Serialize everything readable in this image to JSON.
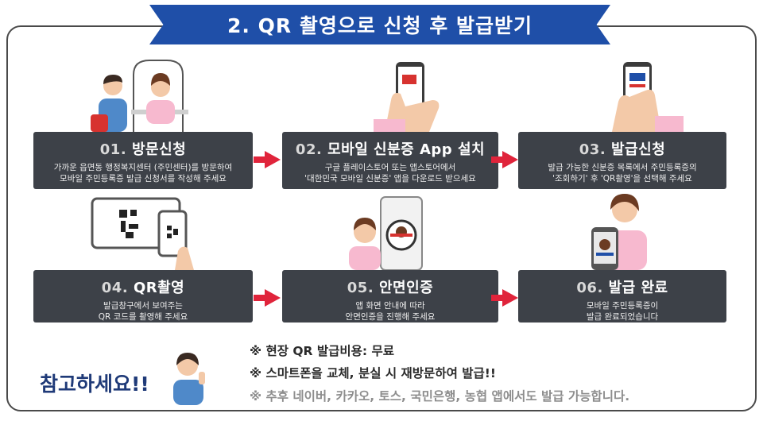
{
  "banner_title": "2. QR 촬영으로 신청 후 발급받기",
  "steps": [
    {
      "num": "01.",
      "title": "방문신청",
      "desc1": "가까운 읍면동 행정복지센터 (주민센터)를 방문하여",
      "desc2": "모바일 주민등록증 발급 신청서를 작성해 주세요"
    },
    {
      "num": "02.",
      "title": "모바일 신분증 App 설치",
      "desc1": "구글 플레이스토어 또는 앱스토어에서",
      "desc2": "'대한민국 모바일 신분증' 앱을 다운로드 받으세요"
    },
    {
      "num": "03.",
      "title": "발급신청",
      "desc1": "발급 가능한 신분증 목록에서 주민등록증의",
      "desc2": "'조회하기' 후 'QR촬영'을 선택해 주세요"
    },
    {
      "num": "04.",
      "title": "QR촬영",
      "desc1": "발급창구에서 보여주는",
      "desc2": "QR 코드를 촬영해 주세요"
    },
    {
      "num": "05.",
      "title": "안면인증",
      "desc1": "앱 화면 안내에 따라",
      "desc2": "안면인증을 진행해 주세요"
    },
    {
      "num": "06.",
      "title": "발급 완료",
      "desc1": "모바일 주민등록증이",
      "desc2": "발급 완료되었습니다"
    }
  ],
  "notes": {
    "heading": "참고하세요!!",
    "line1": "※ 현장 QR 발급비용: 무료",
    "line2": "※ 스마트폰을 교체, 분실 시 재방문하여 발급!!",
    "line3": "※ 추후 네이버, 카카오, 토스, 국민은행, 농협 앱에서도 발급 가능합니다."
  },
  "colors": {
    "banner": "#1f4fa8",
    "box": "#3d4148",
    "arrow": "#e0243b",
    "note_heading": "#1f3a78"
  }
}
